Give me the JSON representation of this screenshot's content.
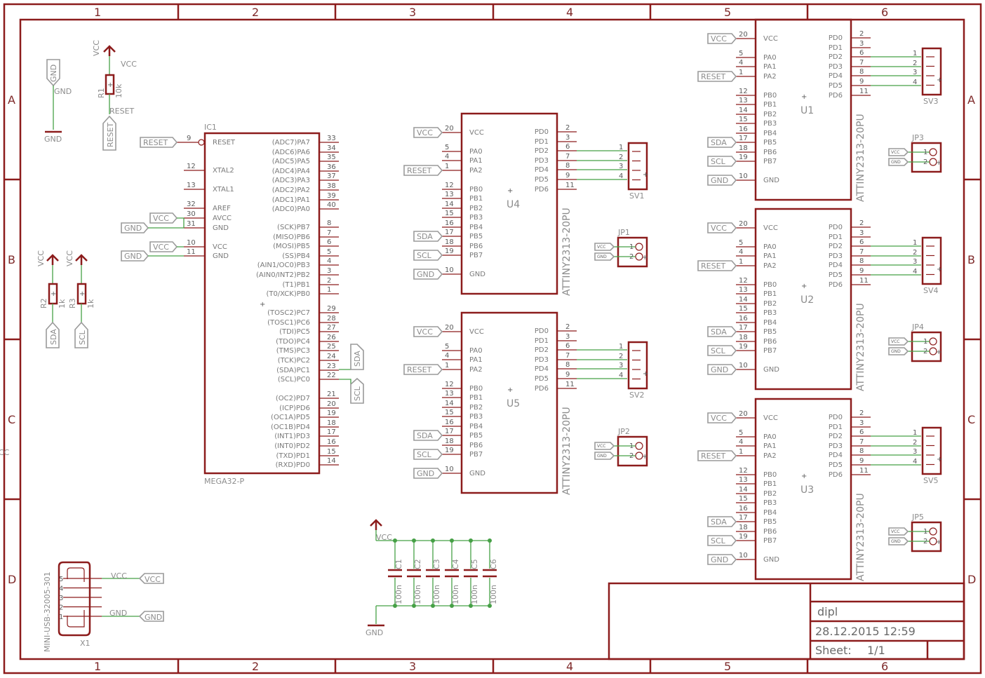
{
  "frame": {
    "columns": [
      "1",
      "2",
      "3",
      "4",
      "5",
      "6"
    ],
    "rows": [
      "A",
      "B",
      "C",
      "D"
    ]
  },
  "title_block": {
    "title": "dipl",
    "date": "28.12.2015 12:59",
    "sheet_label": "Sheet:",
    "sheet_value": "1/1"
  },
  "stray_text": "CC",
  "ic1": {
    "name": "IC1",
    "value": "MEGA32-P",
    "left_pins": [
      {
        "num": "9",
        "name": "RESET"
      },
      {
        "num": "12",
        "name": "XTAL2"
      },
      {
        "num": "13",
        "name": "XTAL1"
      },
      {
        "num": "32",
        "name": "AREF"
      },
      {
        "num": "30",
        "name": "AVCC"
      },
      {
        "num": "31",
        "name": "GND"
      },
      {
        "num": "10",
        "name": "VCC"
      },
      {
        "num": "11",
        "name": "GND"
      }
    ],
    "right_pins": [
      {
        "num": "33",
        "name": "(ADC7)PA7"
      },
      {
        "num": "34",
        "name": "(ADC6)PA6"
      },
      {
        "num": "35",
        "name": "(ADC5)PA5"
      },
      {
        "num": "36",
        "name": "(ADC4)PA4"
      },
      {
        "num": "37",
        "name": "(ADC3)PA3"
      },
      {
        "num": "38",
        "name": "(ADC2)PA2"
      },
      {
        "num": "39",
        "name": "(ADC1)PA1"
      },
      {
        "num": "40",
        "name": "(ADC0)PA0"
      },
      {
        "num": "8",
        "name": "(SCK)PB7"
      },
      {
        "num": "7",
        "name": "(MISO)PB6"
      },
      {
        "num": "6",
        "name": "(MOSI)PB5"
      },
      {
        "num": "5",
        "name": "(SS)PB4"
      },
      {
        "num": "4",
        "name": "(AIN1/OC0)PB3"
      },
      {
        "num": "3",
        "name": "(AIN0/INT2)PB2"
      },
      {
        "num": "2",
        "name": "(T1)PB1"
      },
      {
        "num": "1",
        "name": "(T0/XCK)PB0"
      },
      {
        "num": "29",
        "name": "(TOSC2)PC7"
      },
      {
        "num": "28",
        "name": "(TOSC1)PC6"
      },
      {
        "num": "27",
        "name": "(TDI)PC5"
      },
      {
        "num": "26",
        "name": "(TDO)PC4"
      },
      {
        "num": "25",
        "name": "(TMS)PC3"
      },
      {
        "num": "24",
        "name": "(TCK)PC2"
      },
      {
        "num": "23",
        "name": "(SDA)PC1"
      },
      {
        "num": "22",
        "name": "(SCL)PC0"
      },
      {
        "num": "21",
        "name": "(OC2)PD7"
      },
      {
        "num": "20",
        "name": "(ICP)PD6"
      },
      {
        "num": "19",
        "name": "(OC1A)PD5"
      },
      {
        "num": "18",
        "name": "(OC1B)PD4"
      },
      {
        "num": "17",
        "name": "(INT1)PD3"
      },
      {
        "num": "16",
        "name": "(INT0)PD2"
      },
      {
        "num": "15",
        "name": "(TXD)PD1"
      },
      {
        "num": "14",
        "name": "(RXD)PD0"
      }
    ]
  },
  "attiny": {
    "value": "ATTINY2313-20PU",
    "left_pins": [
      {
        "num": "20",
        "name": "VCC",
        "net": "VCC"
      },
      {
        "num": "5",
        "name": "PA0",
        "net": ""
      },
      {
        "num": "4",
        "name": "PA1",
        "net": ""
      },
      {
        "num": "1",
        "name": "PA2",
        "net": "RESET"
      },
      {
        "num": "12",
        "name": "PB0",
        "net": ""
      },
      {
        "num": "13",
        "name": "PB1",
        "net": ""
      },
      {
        "num": "14",
        "name": "PB2",
        "net": ""
      },
      {
        "num": "15",
        "name": "PB3",
        "net": ""
      },
      {
        "num": "16",
        "name": "PB4",
        "net": ""
      },
      {
        "num": "17",
        "name": "PB5",
        "net": "SDA"
      },
      {
        "num": "18",
        "name": "PB6",
        "net": ""
      },
      {
        "num": "19",
        "name": "PB7",
        "net": "SCL"
      },
      {
        "num": "10",
        "name": "GND",
        "net": "GND"
      }
    ],
    "right_pins": [
      {
        "num": "2",
        "name": "PD0"
      },
      {
        "num": "3",
        "name": "PD1"
      },
      {
        "num": "6",
        "name": "PD2"
      },
      {
        "num": "7",
        "name": "PD3"
      },
      {
        "num": "8",
        "name": "PD4"
      },
      {
        "num": "9",
        "name": "PD5"
      },
      {
        "num": "11",
        "name": "PD6"
      }
    ],
    "header_pins": [
      "1",
      "2",
      "3",
      "4"
    ],
    "jumper_pins": [
      "1",
      "2"
    ],
    "jumper_nets": [
      "VCC",
      "GND"
    ],
    "instances": [
      {
        "name": "U4",
        "sv": "SV1",
        "jp": "JP1"
      },
      {
        "name": "U5",
        "sv": "SV2",
        "jp": "JP2"
      },
      {
        "name": "U1",
        "sv": "SV3",
        "jp": "JP3"
      },
      {
        "name": "U2",
        "sv": "SV4",
        "jp": "JP4"
      },
      {
        "name": "U3",
        "sv": "SV5",
        "jp": "JP5"
      }
    ]
  },
  "r1": {
    "name": "R1",
    "value": "10k",
    "net_top": "VCC",
    "net_bottom": "RESET",
    "flag": "RESET"
  },
  "r2": {
    "name": "R2",
    "value": "1k",
    "net_top": "VCC",
    "flag": "SDA"
  },
  "r3": {
    "name": "R3",
    "value": "1k",
    "net_top": "VCC",
    "flag": "SCL"
  },
  "gnd_symbol": {
    "flag": "GND",
    "net": "GND",
    "sym": "GND"
  },
  "ic1_nets": {
    "reset": "RESET",
    "avcc": "VCC",
    "agnd": "GND",
    "vcc": "VCC",
    "gnd": "GND",
    "sda": "SDA",
    "scl": "SCL"
  },
  "caps": {
    "names": [
      "C1",
      "C2",
      "C3",
      "C4",
      "C5",
      "C6"
    ],
    "value": "100n",
    "vcc": "VCC",
    "gnd": "GND"
  },
  "usb": {
    "name": "X1",
    "value": "MINI-USB-32005-301",
    "pins": [
      "5",
      "4",
      "3",
      "2",
      "1"
    ],
    "vcc_net": "VCC",
    "vcc_flag": "VCC",
    "gnd_net": "GND",
    "gnd_flag": "GND"
  }
}
